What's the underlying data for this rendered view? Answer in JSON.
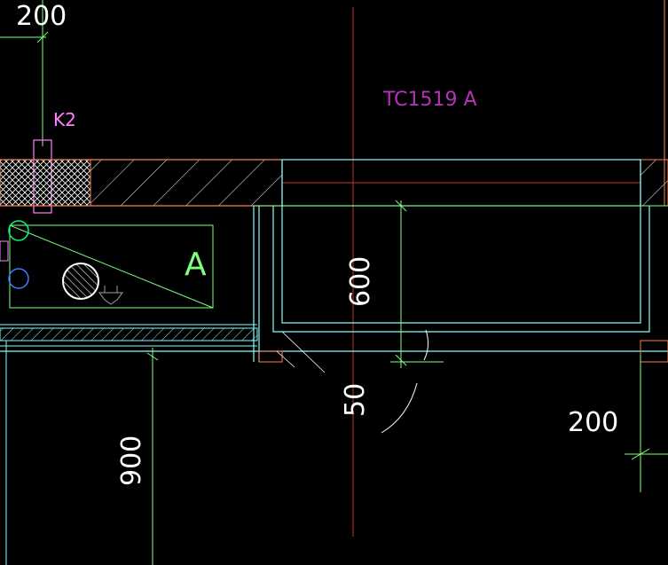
{
  "drawing": {
    "window_tag": "TC1519 A",
    "wall_tag": "K2",
    "section_letter": "A",
    "dimensions": {
      "top_left": "200",
      "window_depth": "600",
      "sill_offset": "50",
      "right_offset": "200",
      "bottom_left": "900"
    }
  },
  "colors": {
    "background": "#000000",
    "wall_outline": "#ff7f50",
    "wall_hatch": "#ffffff",
    "window_frame": "#7fffff",
    "dimension_line": "#7fff7f",
    "dimension_text": "#ffffff",
    "axis_line": "#c83232",
    "window_tag": "#b432b4",
    "wall_tag": "#ff80ff",
    "equipment_box": "#7fff7f",
    "pipe_top": "#00ff7f",
    "pipe_bottom": "#3f7fff",
    "door_swing": "#ffffff",
    "grey_symbol": "#a0a0a0"
  }
}
